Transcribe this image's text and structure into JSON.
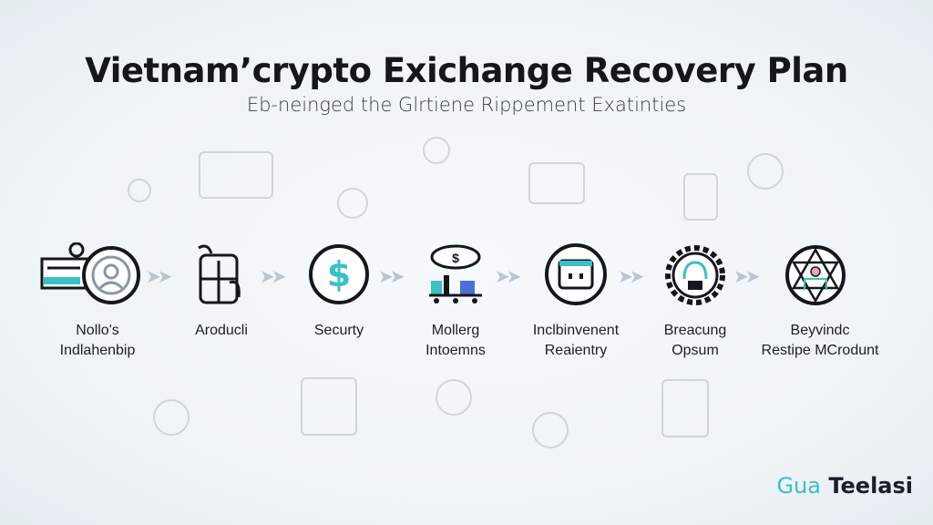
{
  "title": "Vietnam’crypto Exichange Recovery Plan",
  "subtitle": "Eb-neinged the Glrtiene Rippement Exatinties",
  "colors": {
    "accent": "#3bc0c4",
    "icon_stroke": "#15171c",
    "arrow": "#b9c6d3",
    "secondary_accent": "#4a6fd8"
  },
  "steps": [
    {
      "icon": "id-card-user-icon",
      "line1": "Nollo's",
      "line2": "Indlahenbip"
    },
    {
      "icon": "package-icon",
      "line1": "Aroducli",
      "line2": ""
    },
    {
      "icon": "dollar-coin-icon",
      "line1": "Securty",
      "line2": ""
    },
    {
      "icon": "cart-icon",
      "line1": "Mollerg",
      "line2": "Intoemns"
    },
    {
      "icon": "calendar-icon",
      "line1": "Inclbinvenent",
      "line2": "Reaientry"
    },
    {
      "icon": "gear-icon",
      "line1": "Breacung",
      "line2": "Opsum"
    },
    {
      "icon": "network-icon",
      "line1": "Beyvindc",
      "line2": "Restipe MCrodunt"
    }
  ],
  "brand": {
    "part1": "Gua",
    "part2": "Teelasi"
  }
}
